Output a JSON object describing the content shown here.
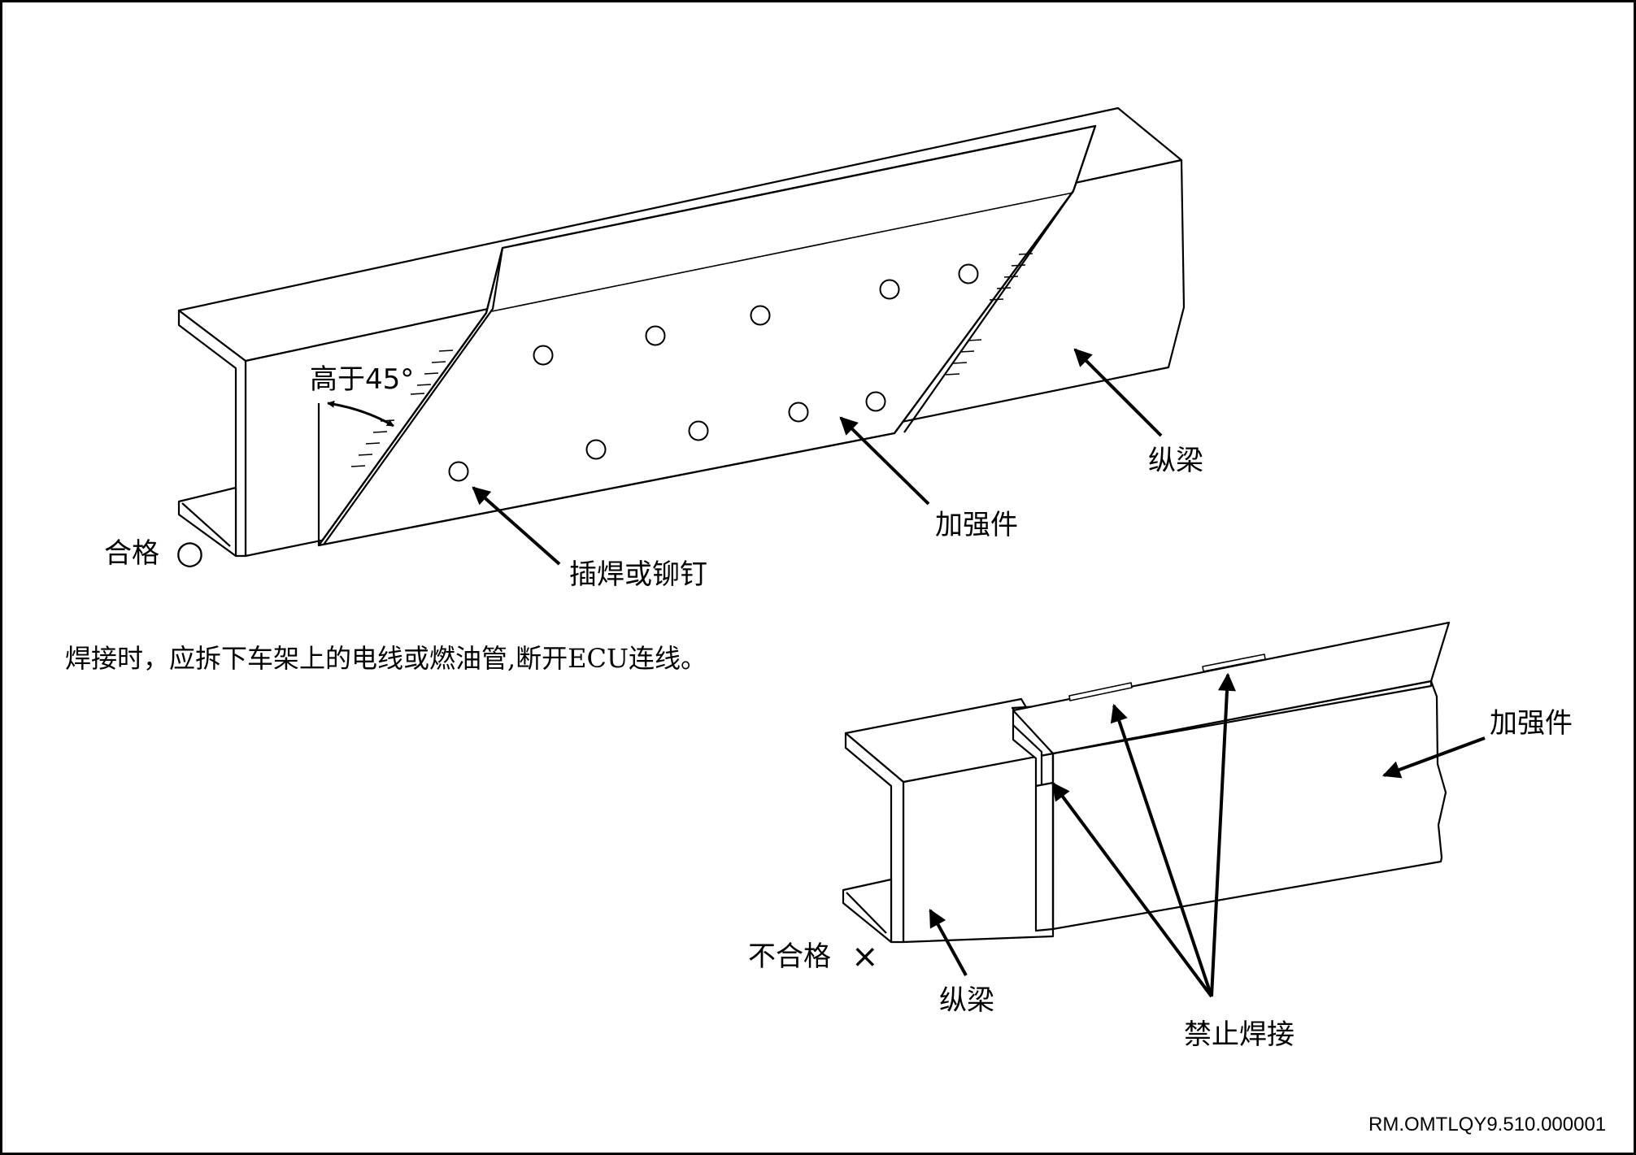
{
  "top_figure": {
    "angle_label": "高于45°",
    "weld_label": "插焊或铆钉",
    "reinforcement_label": "加强件",
    "beam_label": "纵梁",
    "verdict_label": "合格",
    "verdict_symbol": "○"
  },
  "note": "焊接时，应拆下车架上的电线或燃油管,断开ECU连线。",
  "bottom_figure": {
    "reinforcement_label": "加强件",
    "verdict_label": "不合格",
    "verdict_symbol": "×",
    "beam_label": "纵梁",
    "forbidden_label": "禁止焊接"
  },
  "document_code": "RM.OMTLQY9.510.000001"
}
